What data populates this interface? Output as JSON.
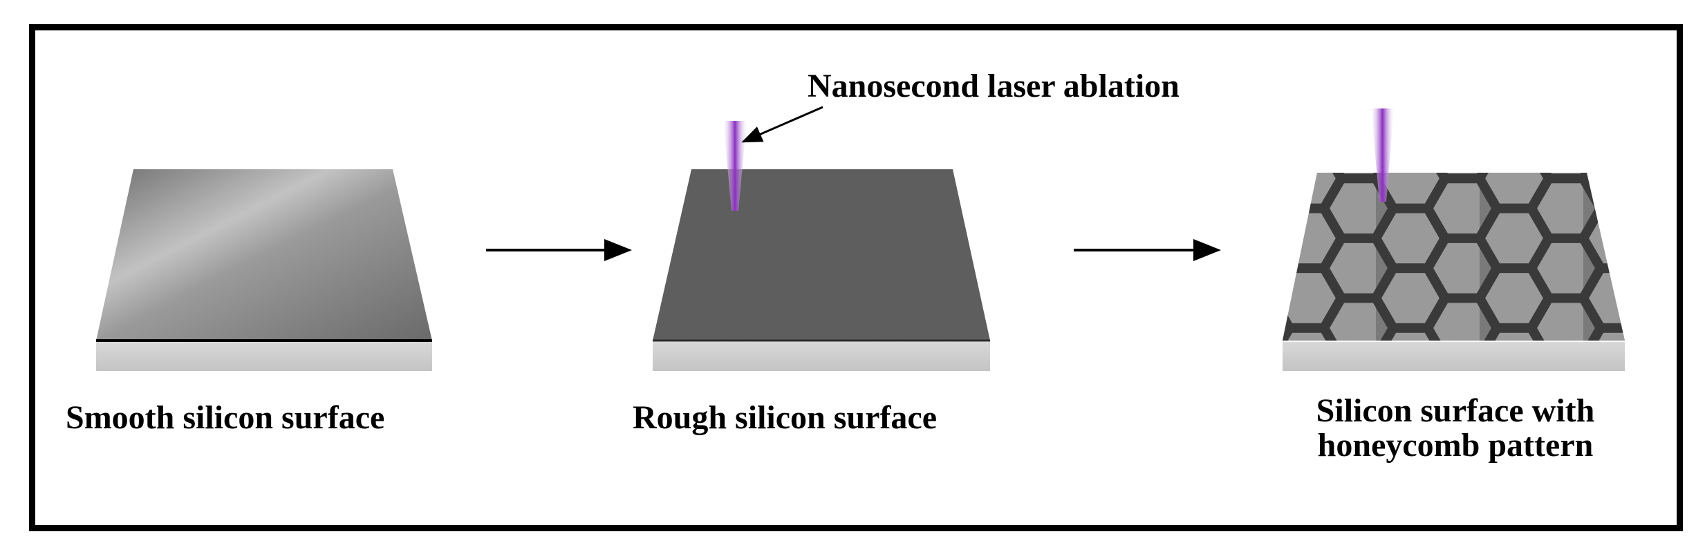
{
  "diagram": {
    "colors": {
      "frame": "#000000",
      "smooth_top_light": "#c7c7c7",
      "smooth_top_dark": "#6e6e6e",
      "rough_top": "#5e5e5e",
      "base": "#cfcfcf",
      "honeycomb_ridge": "#3a3a3a",
      "honeycomb_cell": "#9a9a9a",
      "laser": "#8a2fbf"
    },
    "annotation": {
      "laser_label": "Nanosecond laser ablation"
    },
    "steps": [
      {
        "label": "Smooth silicon surface"
      },
      {
        "label": "Rough silicon surface"
      },
      {
        "label_line1": "Silicon surface with",
        "label_line2": "honeycomb pattern"
      }
    ]
  }
}
